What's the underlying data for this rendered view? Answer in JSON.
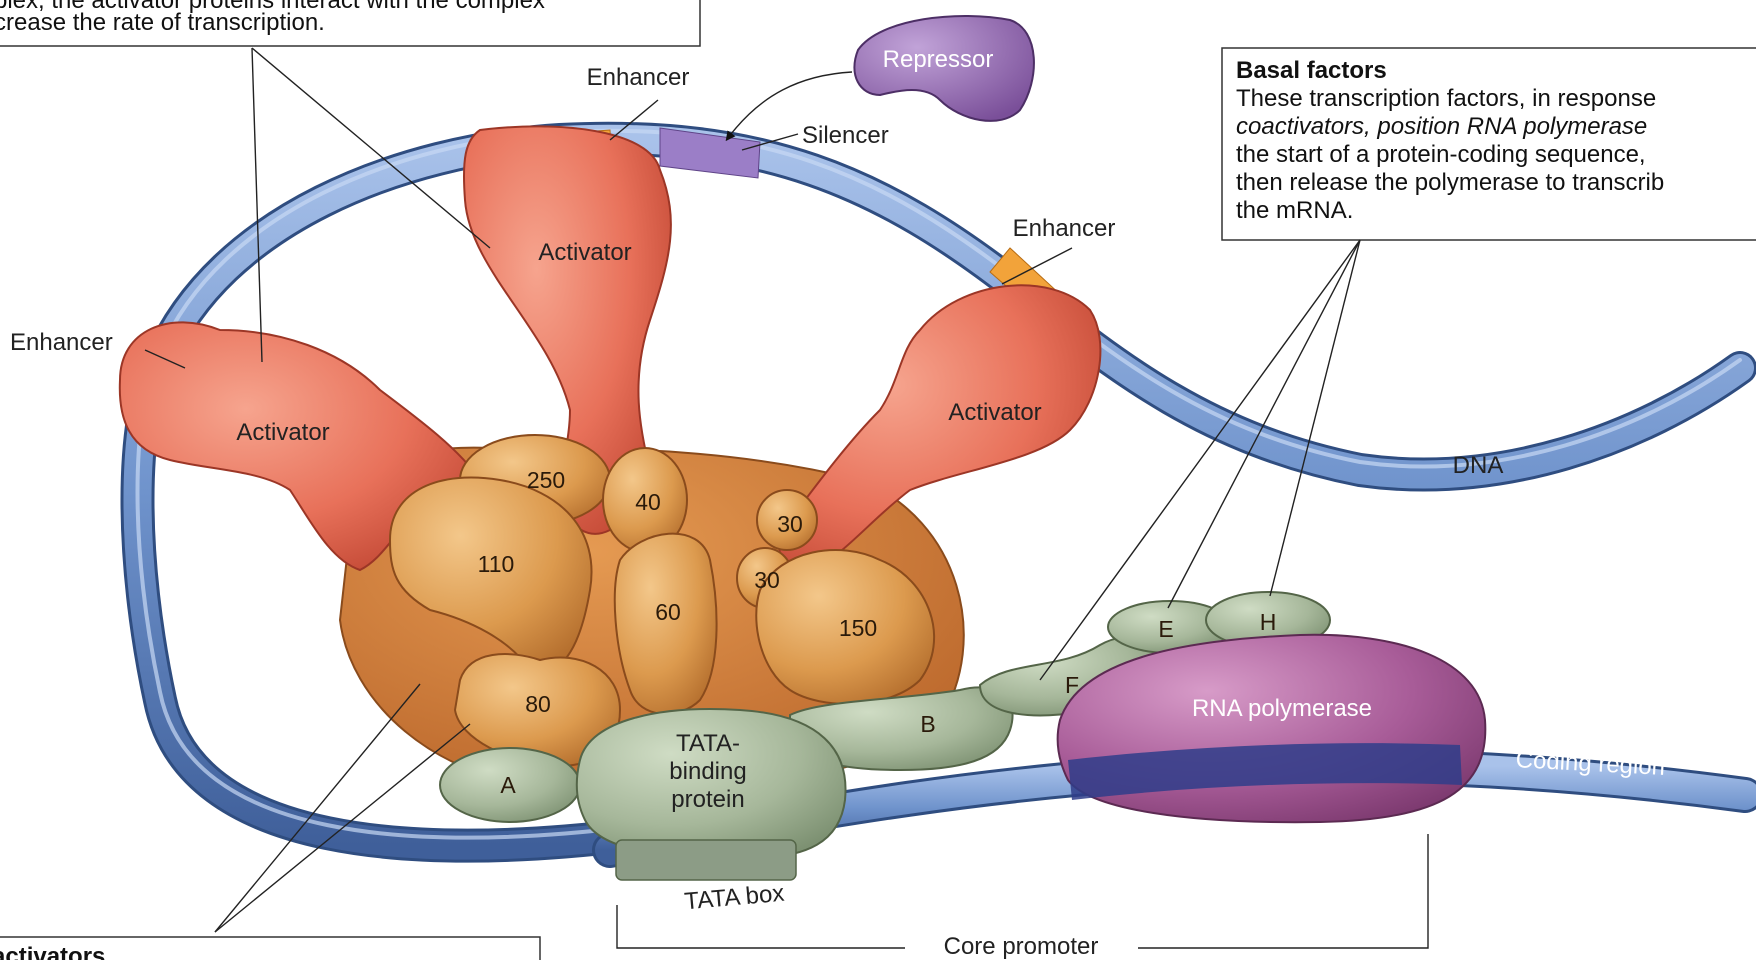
{
  "captions": {
    "top_left_line1": "plex, the activator proteins interact with the complex",
    "top_left_line2": "crease the rate of transcription.",
    "basal_title": "Basal factors",
    "basal_line1": "These transcription factors, in response",
    "basal_line2": "coactivators, position RNA polymerase",
    "basal_line3": "the start of a protein-coding sequence,",
    "basal_line4": "then release the polymerase to transcrib",
    "basal_line5": "the mRNA.",
    "bottom_left": "activators"
  },
  "labels": {
    "repressor": "Repressor",
    "enhancer_top": "Enhancer",
    "silencer": "Silencer",
    "enhancer_right": "Enhancer",
    "enhancer_left": "Enhancer",
    "activator_left": "Activator",
    "activator_center": "Activator",
    "activator_right": "Activator",
    "dna": "DNA",
    "coding_region": "Coding region",
    "rna_polymerase": "RNA polymerase",
    "tata_box": "TATA box",
    "core_promoter": "Core promoter",
    "tbp_line1": "TATA-",
    "tbp_line2": "binding",
    "tbp_line3": "protein"
  },
  "coactivator_subunits": {
    "s250": "250",
    "s40": "40",
    "s30a": "30",
    "s30b": "30",
    "s110": "110",
    "s60": "60",
    "s150": "150",
    "s80": "80"
  },
  "basal_factor_letters": {
    "A": "A",
    "B": "B",
    "E": "E",
    "F": "F",
    "H": "H"
  },
  "colors": {
    "dna": "#6f93cc",
    "activator": "#e8715a",
    "coactivator": "#d9954a",
    "basal": "#a6b79a",
    "polymerase": "#a34e93",
    "repressor": "#8c63a8",
    "enhancer": "#f2a33a",
    "silencer": "#9b7ec7"
  }
}
